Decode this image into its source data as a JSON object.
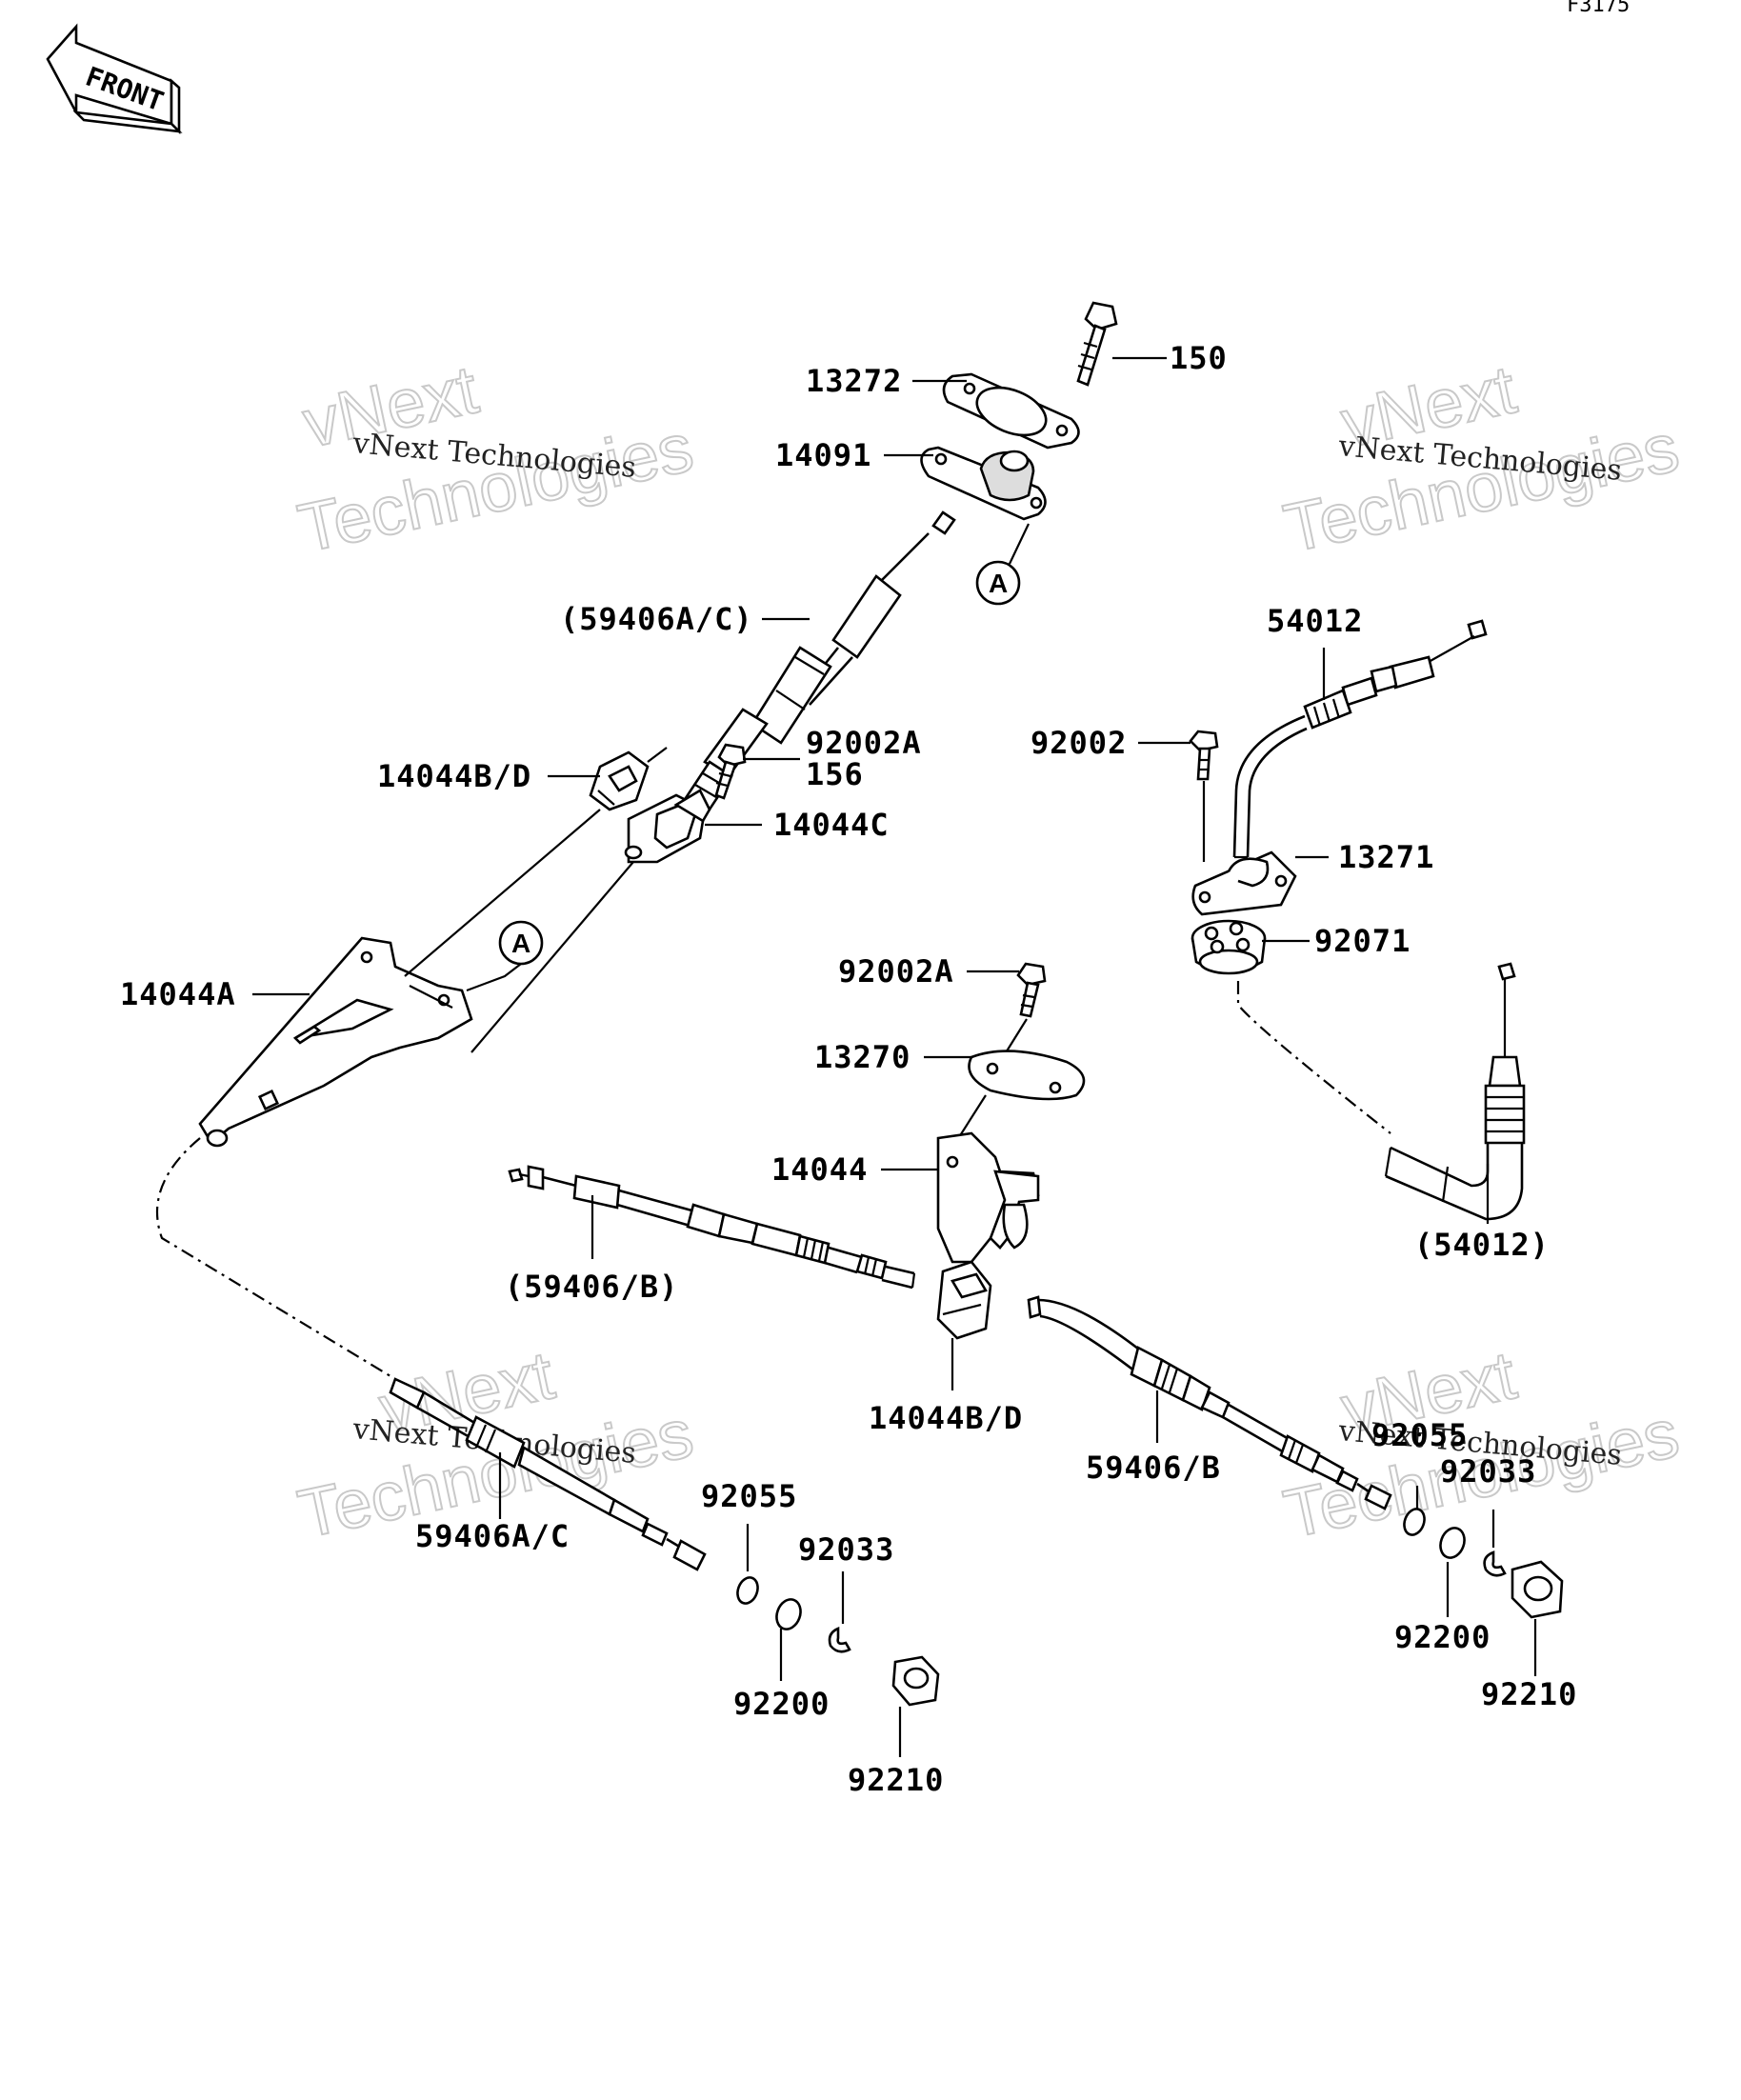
{
  "figure_code": "F3175",
  "front_label": "FRONT",
  "callout_a": "A",
  "watermark": {
    "line1": "vNext Technologies",
    "line2": "vNext",
    "line3": "Technologies"
  },
  "labels": {
    "p13272": "13272",
    "p150": "150",
    "p14091": "14091",
    "p59406ac_top": "(59406A/C)",
    "p54012": "54012",
    "p92002a_top": "92002A",
    "p156": "156",
    "p14044bd_top": "14044B/D",
    "p14044c": "14044C",
    "p92002": "92002",
    "p13271": "13271",
    "p14044a": "14044A",
    "p92071": "92071",
    "p92002a_mid": "92002A",
    "p13270": "13270",
    "p14044": "14044",
    "p59406b_paren": "(59406/B)",
    "p54012_paren": "(54012)",
    "p14044bd_bot": "14044B/D",
    "p59406b": "59406/B",
    "p92055_right": "92055",
    "p92033_right": "92033",
    "p59406ac_bot": "59406A/C",
    "p92055_left": "92055",
    "p92033_left": "92033",
    "p92200_left": "92200",
    "p92200_right": "92200",
    "p92210_right": "92210",
    "p92210_left": "92210"
  }
}
